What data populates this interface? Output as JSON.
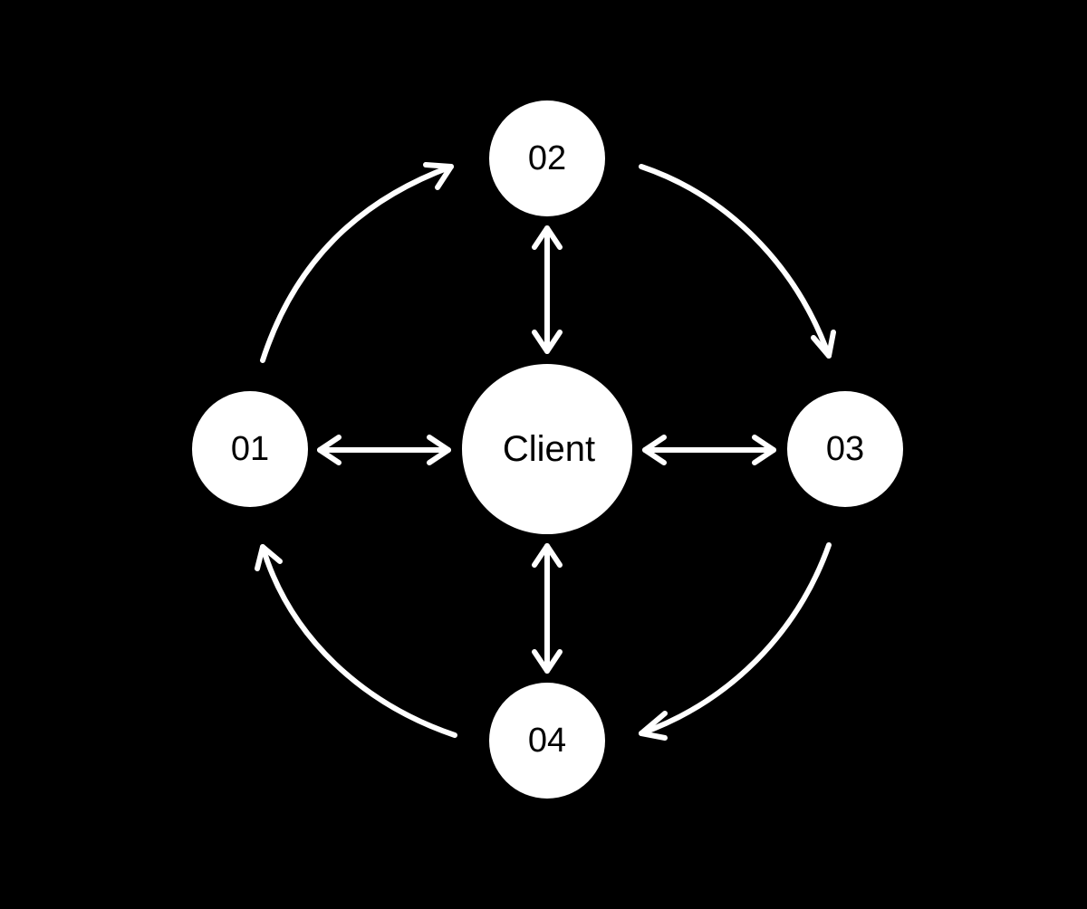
{
  "nodes": {
    "center": {
      "label": "Client"
    },
    "n01": {
      "label": "01"
    },
    "n02": {
      "label": "02"
    },
    "n03": {
      "label": "03"
    },
    "n04": {
      "label": "04"
    }
  },
  "edges": [
    {
      "from": "01",
      "to": "02",
      "style": "curved",
      "direction": "forward"
    },
    {
      "from": "02",
      "to": "03",
      "style": "curved",
      "direction": "forward"
    },
    {
      "from": "03",
      "to": "04",
      "style": "curved",
      "direction": "forward"
    },
    {
      "from": "04",
      "to": "01",
      "style": "curved",
      "direction": "forward"
    },
    {
      "from": "Client",
      "to": "01",
      "style": "straight",
      "direction": "both"
    },
    {
      "from": "Client",
      "to": "02",
      "style": "straight",
      "direction": "both"
    },
    {
      "from": "Client",
      "to": "03",
      "style": "straight",
      "direction": "both"
    },
    {
      "from": "Client",
      "to": "04",
      "style": "straight",
      "direction": "both"
    }
  ],
  "colors": {
    "background": "#000000",
    "foreground": "#ffffff",
    "text": "#000000"
  }
}
